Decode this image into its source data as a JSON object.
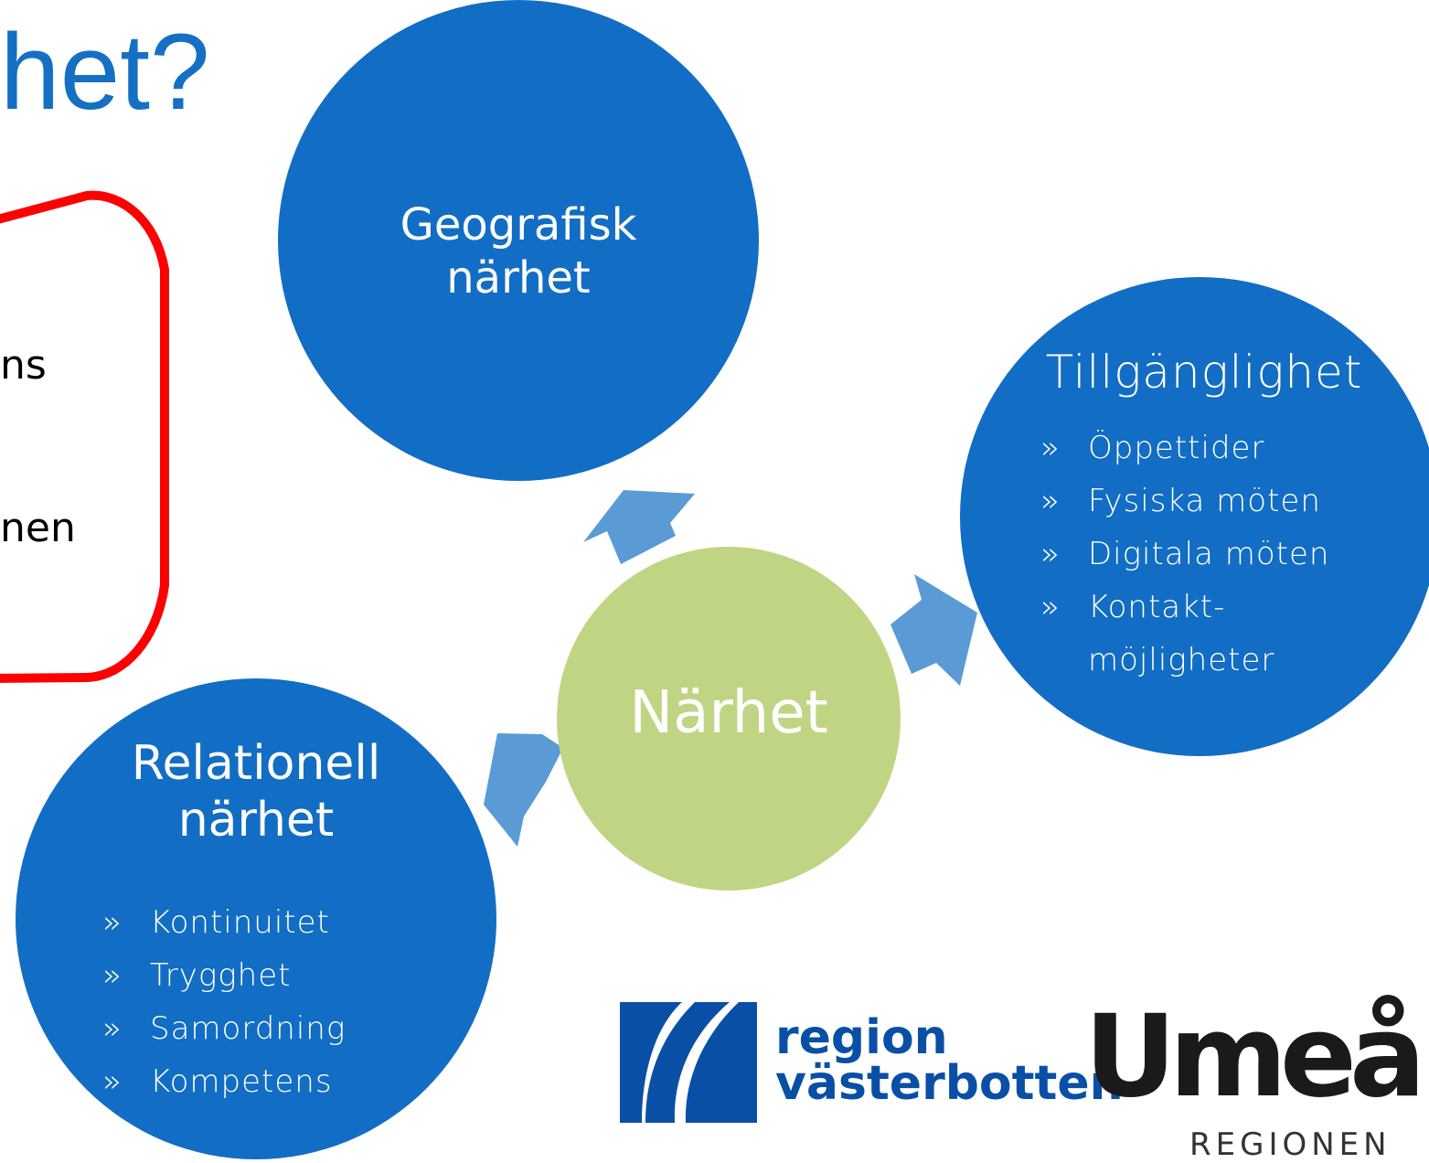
{
  "slide": {
    "title_fragment": "het?",
    "left_fragments": [
      "ns",
      "nen"
    ]
  },
  "diagram": {
    "center": {
      "label": "Närhet",
      "color": "#c0d583"
    },
    "nodes": [
      {
        "title_lines": [
          "Geografisk",
          "närhet"
        ],
        "bullets": []
      },
      {
        "title_lines": [
          "Tillgänglighet"
        ],
        "bullets": [
          "Öppettider",
          "Fysiska möten",
          "Digitala möten",
          "Kontakt-\nmöjligheter"
        ]
      },
      {
        "title_lines": [
          "Relationell",
          "närhet"
        ],
        "bullets": [
          "Kontinuitet",
          "Trygghet",
          "Samordning",
          "Kompetens"
        ]
      }
    ],
    "bullet_marker": "»",
    "node_color": "#126dc4",
    "arrow_color": "#5a9bd5",
    "callout_border_color": "#ff0000"
  },
  "logos": {
    "region": {
      "line1": "region",
      "line2": "västerbotten",
      "color": "#0a4fa6"
    },
    "umea": {
      "word": "Umeå",
      "sub": "REGIONEN"
    }
  }
}
